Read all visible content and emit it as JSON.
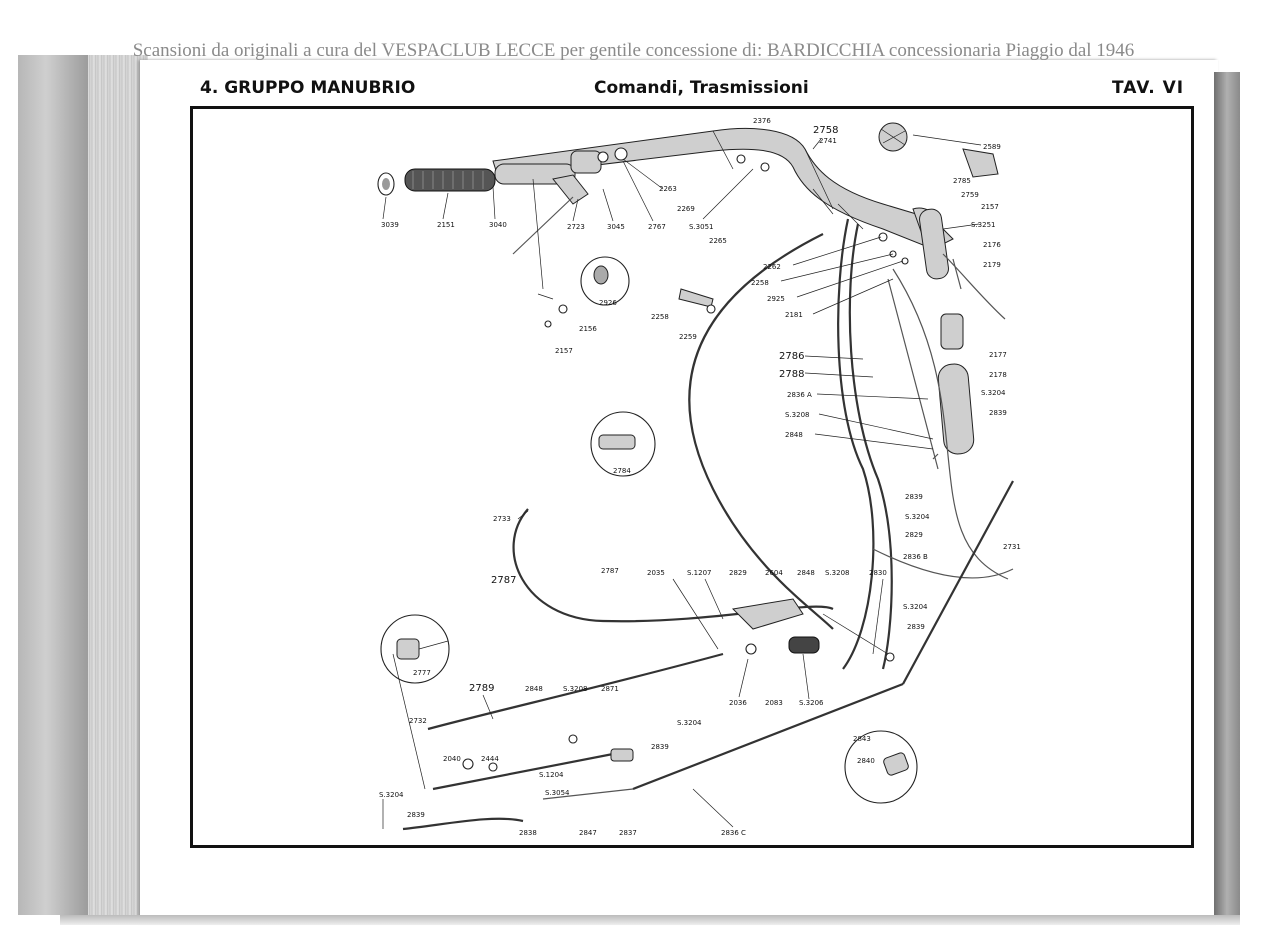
{
  "watermark": "Scansioni da originali a cura del VESPACLUB LECCE per gentile concessione di: BARDICCHIA concessionaria Piaggio dal 1946",
  "header": {
    "left": "4. GRUPPO MANUBRIO",
    "center": "Comandi, Trasmissioni",
    "right": "TAV. VI"
  },
  "part_labels": {
    "p2376": "2376",
    "p2758": "2758",
    "p2741": "2741",
    "p2589": "2589",
    "p3039": "3039",
    "p2151": "2151",
    "p3040": "3040",
    "p2723": "2723",
    "p3045": "3045",
    "p2767": "2767",
    "p2263": "2263",
    "p2269": "2269",
    "pS3051": "S.3051",
    "p2265": "2265",
    "p2785": "2785",
    "p2759": "2759",
    "p2157a": "2157",
    "pS3251": "S.3251",
    "p2176": "2176",
    "p2179": "2179",
    "p2262": "2262",
    "p2258a": "2258",
    "p2925": "2925",
    "p2181": "2181",
    "p2926": "2926",
    "p2258b": "2258",
    "p2259": "2259",
    "p2156": "2156",
    "p2157b": "2157",
    "p2177": "2177",
    "p2786": "2786",
    "p2788": "2788",
    "p2178": "2178",
    "pS3204a": "S.3204",
    "p2836A": "2836 A",
    "p2839a": "2839",
    "pS3208a": "S.3208",
    "p2848a": "2848",
    "p2784": "2784",
    "p2839b": "2839",
    "pS3204b": "S.3204",
    "p2829": "2829",
    "p2733": "2733",
    "p2787a": "2787",
    "p2836B": "2836 B",
    "p2731": "2731",
    "p2787b": "2787",
    "p2035": "2035",
    "pS1207": "S.1207",
    "p2829b": "2829",
    "p2604": "2604",
    "p2848b": "2848",
    "pS3208b": "S.3208",
    "p2830": "2830",
    "pS3204c": "S.3204",
    "p2839c": "2839",
    "p2777": "2777",
    "p2789": "2789",
    "p2848c": "2848",
    "pS3208c": "S.3208",
    "p2871": "2871",
    "p2036": "2036",
    "p2083": "2083",
    "pS3206": "S.3206",
    "p2732": "2732",
    "pS3204d": "S.3204",
    "p2839d": "2839",
    "p2843": "2843",
    "p2040": "2040",
    "p2444": "2444",
    "pS1204": "S.1204",
    "p2840": "2840",
    "pS3054": "S.3054",
    "pS3204e": "S.3204",
    "p2839e": "2839",
    "p2838": "2838",
    "p2847": "2847",
    "p2837": "2837",
    "p2836C": "2836 C"
  }
}
